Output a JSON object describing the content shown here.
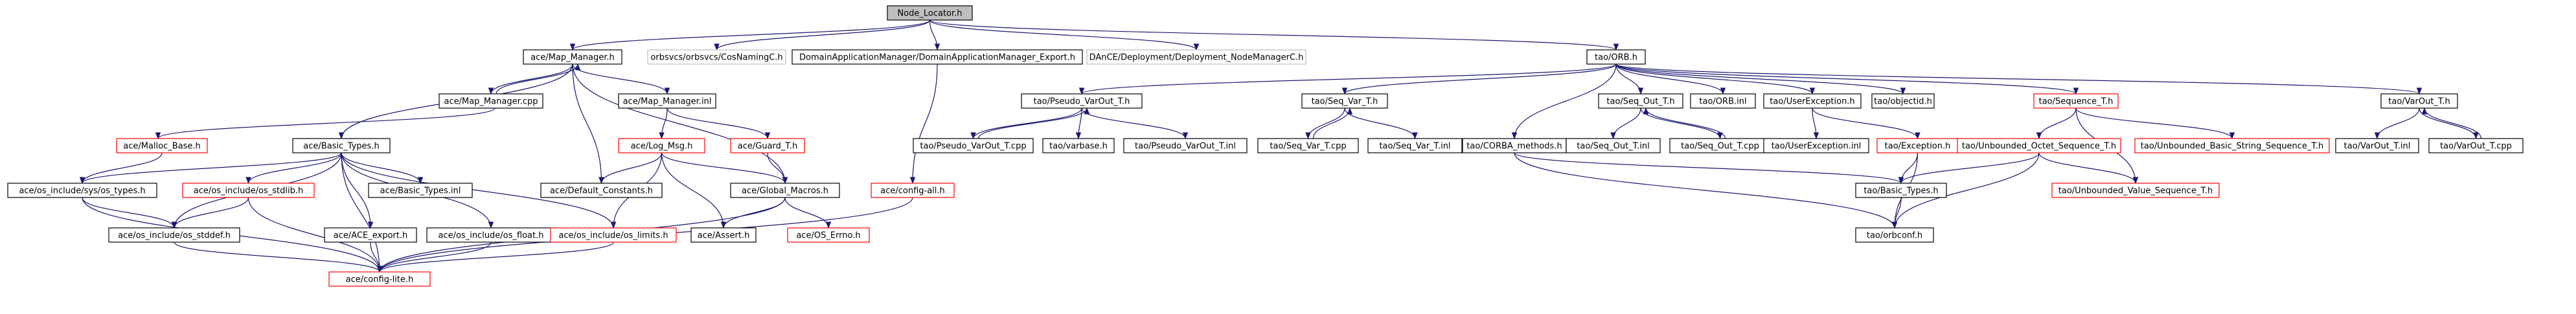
{
  "graph": {
    "colors": {
      "edge": "#191970",
      "missing_border": "#ff0000",
      "root_fill": "#bfbfbf",
      "plain_border": "#bfbfbf",
      "default_border": "#000000"
    },
    "nodes": [
      {
        "id": "n0",
        "label": "Node_Locator.h",
        "style": "root"
      },
      {
        "id": "n1",
        "label": "ace/Map_Manager.h",
        "style": "normal"
      },
      {
        "id": "n2",
        "label": "orbsvcs/orbsvcs/CosNamingC.h",
        "style": "plain"
      },
      {
        "id": "n3",
        "label": "DomainApplicationManager/DomainApplicationManager_Export.h",
        "style": "normal"
      },
      {
        "id": "n4",
        "label": "DAnCE/Deployment/Deployment_NodeManagerC.h",
        "style": "plain"
      },
      {
        "id": "n5",
        "label": "tao/ORB.h",
        "style": "normal"
      },
      {
        "id": "n6",
        "label": "ace/Map_Manager.cpp",
        "style": "normal"
      },
      {
        "id": "n7",
        "label": "ace/Map_Manager.inl",
        "style": "normal"
      },
      {
        "id": "n8",
        "label": "ace/Malloc_Base.h",
        "style": "missing"
      },
      {
        "id": "n9",
        "label": "ace/Basic_Types.h",
        "style": "normal"
      },
      {
        "id": "n10",
        "label": "ace/Log_Msg.h",
        "style": "missing"
      },
      {
        "id": "n11",
        "label": "ace/Guard_T.h",
        "style": "missing"
      },
      {
        "id": "n12",
        "label": "ace/os_include/sys/os_types.h",
        "style": "normal"
      },
      {
        "id": "n13",
        "label": "ace/os_include/os_stdlib.h",
        "style": "missing"
      },
      {
        "id": "n14",
        "label": "ace/Basic_Types.inl",
        "style": "normal"
      },
      {
        "id": "n15",
        "label": "ace/Default_Constants.h",
        "style": "normal"
      },
      {
        "id": "n16",
        "label": "ace/Global_Macros.h",
        "style": "normal"
      },
      {
        "id": "n17",
        "label": "ace/config-all.h",
        "style": "missing"
      },
      {
        "id": "n18",
        "label": "ace/os_include/os_stddef.h",
        "style": "normal"
      },
      {
        "id": "n19",
        "label": "ace/ACE_export.h",
        "style": "normal"
      },
      {
        "id": "n20",
        "label": "ace/os_include/os_float.h",
        "style": "normal"
      },
      {
        "id": "n21",
        "label": "ace/os_include/os_limits.h",
        "style": "missing"
      },
      {
        "id": "n22",
        "label": "ace/Assert.h",
        "style": "normal"
      },
      {
        "id": "n23",
        "label": "ace/OS_Errno.h",
        "style": "missing"
      },
      {
        "id": "n24",
        "label": "ace/config-lite.h",
        "style": "missing"
      },
      {
        "id": "n25",
        "label": "tao/Pseudo_VarOut_T.h",
        "style": "normal"
      },
      {
        "id": "n26",
        "label": "tao/Pseudo_VarOut_T.cpp",
        "style": "normal"
      },
      {
        "id": "n27",
        "label": "tao/varbase.h",
        "style": "normal"
      },
      {
        "id": "n28",
        "label": "tao/Pseudo_VarOut_T.inl",
        "style": "normal"
      },
      {
        "id": "n29",
        "label": "tao/Seq_Var_T.h",
        "style": "normal"
      },
      {
        "id": "n30",
        "label": "tao/Seq_Var_T.cpp",
        "style": "normal"
      },
      {
        "id": "n31",
        "label": "tao/Seq_Var_T.inl",
        "style": "normal"
      },
      {
        "id": "n32",
        "label": "tao/CORBA_methods.h",
        "style": "normal"
      },
      {
        "id": "n33",
        "label": "tao/Seq_Out_T.h",
        "style": "normal"
      },
      {
        "id": "n34",
        "label": "tao/Seq_Out_T.inl",
        "style": "normal"
      },
      {
        "id": "n35",
        "label": "tao/Seq_Out_T.cpp",
        "style": "normal"
      },
      {
        "id": "n36",
        "label": "tao/ORB.inl",
        "style": "normal"
      },
      {
        "id": "n37",
        "label": "tao/UserException.h",
        "style": "normal"
      },
      {
        "id": "n38",
        "label": "tao/UserException.inl",
        "style": "normal"
      },
      {
        "id": "n39",
        "label": "tao/objectid.h",
        "style": "normal"
      },
      {
        "id": "n40",
        "label": "tao/Exception.h",
        "style": "missing"
      },
      {
        "id": "n41",
        "label": "tao/Basic_Types.h",
        "style": "normal"
      },
      {
        "id": "n42",
        "label": "tao/orbconf.h",
        "style": "normal"
      },
      {
        "id": "n43",
        "label": "tao/Sequence_T.h",
        "style": "missing"
      },
      {
        "id": "n44",
        "label": "tao/Unbounded_Octet_Sequence_T.h",
        "style": "missing"
      },
      {
        "id": "n45",
        "label": "tao/Unbounded_Value_Sequence_T.h",
        "style": "missing"
      },
      {
        "id": "n46",
        "label": "tao/Unbounded_Basic_String_Sequence_T.h",
        "style": "missing"
      },
      {
        "id": "n47",
        "label": "tao/VarOut_T.h",
        "style": "normal"
      },
      {
        "id": "n48",
        "label": "tao/VarOut_T.inl",
        "style": "normal"
      },
      {
        "id": "n49",
        "label": "tao/VarOut_T.cpp",
        "style": "normal"
      }
    ],
    "edges": [
      [
        "n0",
        "n1"
      ],
      [
        "n0",
        "n2"
      ],
      [
        "n0",
        "n3"
      ],
      [
        "n0",
        "n4"
      ],
      [
        "n0",
        "n5"
      ],
      [
        "n1",
        "n6"
      ],
      [
        "n6",
        "n1"
      ],
      [
        "n1",
        "n7"
      ],
      [
        "n1",
        "n9"
      ],
      [
        "n1",
        "n15"
      ],
      [
        "n1",
        "n16"
      ],
      [
        "n6",
        "n8"
      ],
      [
        "n8",
        "n12"
      ],
      [
        "n7",
        "n10"
      ],
      [
        "n7",
        "n11"
      ],
      [
        "n9",
        "n12"
      ],
      [
        "n9",
        "n13"
      ],
      [
        "n9",
        "n14"
      ],
      [
        "n9",
        "n19"
      ],
      [
        "n9",
        "n20"
      ],
      [
        "n9",
        "n21"
      ],
      [
        "n9",
        "n24"
      ],
      [
        "n9",
        "n18"
      ],
      [
        "n10",
        "n15"
      ],
      [
        "n10",
        "n16"
      ],
      [
        "n10",
        "n21"
      ],
      [
        "n10",
        "n22"
      ],
      [
        "n11",
        "n16"
      ],
      [
        "n12",
        "n18"
      ],
      [
        "n12",
        "n24"
      ],
      [
        "n13",
        "n18"
      ],
      [
        "n13",
        "n24"
      ],
      [
        "n16",
        "n22"
      ],
      [
        "n16",
        "n23"
      ],
      [
        "n16",
        "n24"
      ],
      [
        "n18",
        "n24"
      ],
      [
        "n19",
        "n24"
      ],
      [
        "n20",
        "n24"
      ],
      [
        "n21",
        "n24"
      ],
      [
        "n3",
        "n17"
      ],
      [
        "n17",
        "n24"
      ],
      [
        "n5",
        "n25"
      ],
      [
        "n5",
        "n29"
      ],
      [
        "n5",
        "n32"
      ],
      [
        "n5",
        "n33"
      ],
      [
        "n5",
        "n36"
      ],
      [
        "n5",
        "n37"
      ],
      [
        "n5",
        "n39"
      ],
      [
        "n5",
        "n43"
      ],
      [
        "n5",
        "n47"
      ],
      [
        "n25",
        "n26"
      ],
      [
        "n26",
        "n25"
      ],
      [
        "n25",
        "n27"
      ],
      [
        "n25",
        "n28"
      ],
      [
        "n29",
        "n30"
      ],
      [
        "n30",
        "n29"
      ],
      [
        "n29",
        "n31"
      ],
      [
        "n33",
        "n34"
      ],
      [
        "n33",
        "n35"
      ],
      [
        "n35",
        "n33"
      ],
      [
        "n32",
        "n41"
      ],
      [
        "n32",
        "n42"
      ],
      [
        "n37",
        "n38"
      ],
      [
        "n37",
        "n40"
      ],
      [
        "n40",
        "n41"
      ],
      [
        "n40",
        "n42"
      ],
      [
        "n41",
        "n42"
      ],
      [
        "n43",
        "n44"
      ],
      [
        "n43",
        "n45"
      ],
      [
        "n43",
        "n46"
      ],
      [
        "n44",
        "n41"
      ],
      [
        "n44",
        "n42"
      ],
      [
        "n44",
        "n45"
      ],
      [
        "n47",
        "n48"
      ],
      [
        "n47",
        "n49"
      ],
      [
        "n49",
        "n47"
      ]
    ]
  }
}
